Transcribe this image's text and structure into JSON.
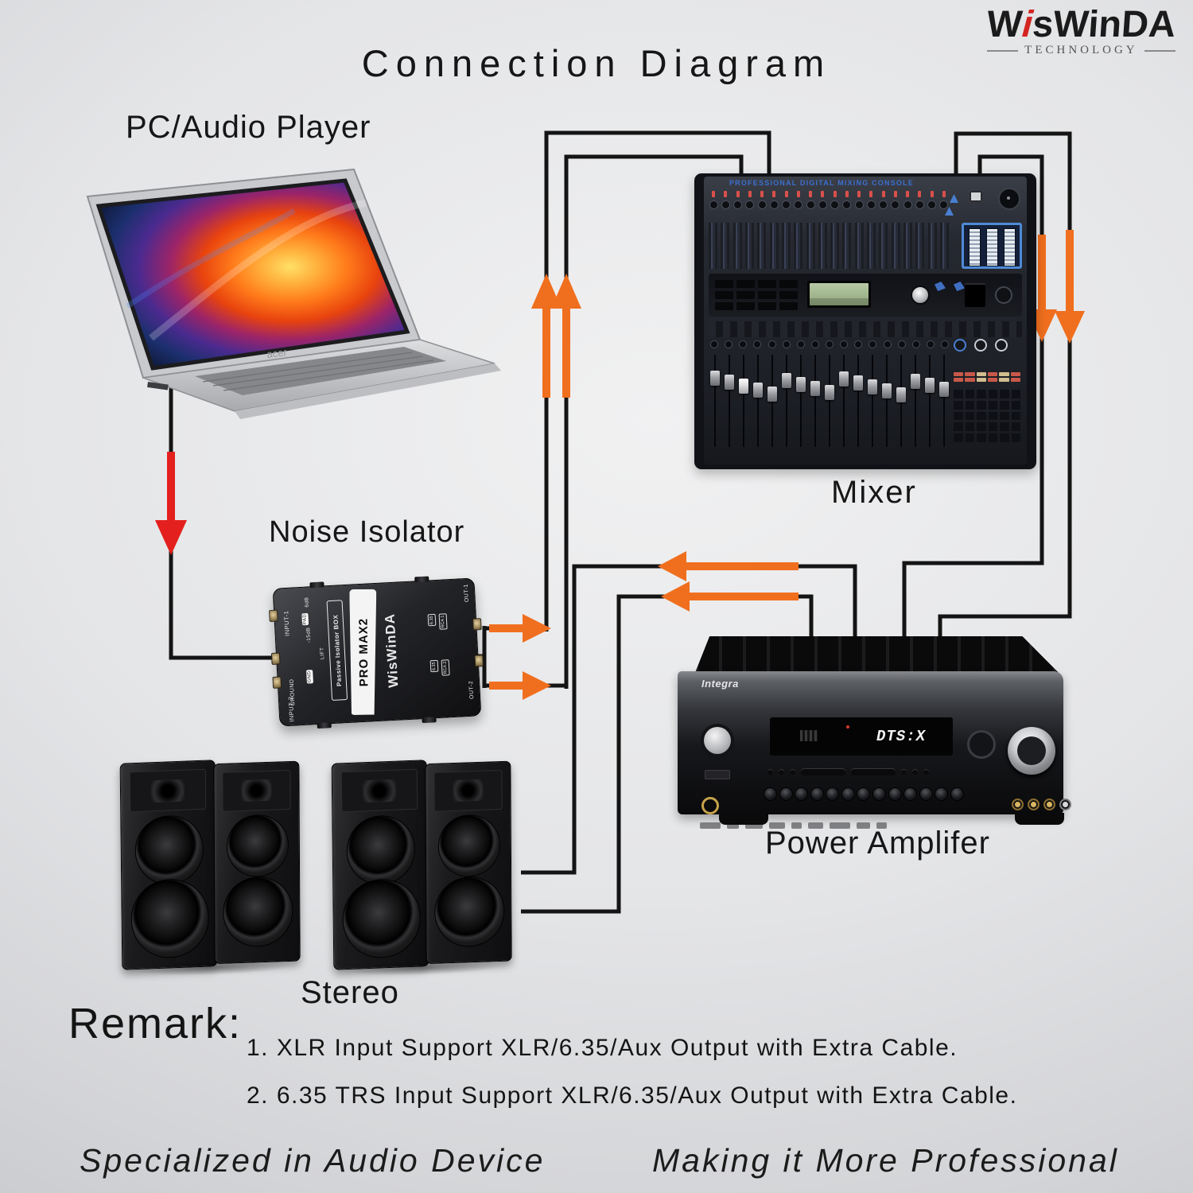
{
  "title": "Connection Diagram",
  "logo": {
    "brand_w": "W",
    "brand_i": "i",
    "brand_rest": "sWinDA",
    "subtitle": "TECHNOLOGY"
  },
  "labels": {
    "pc": "PC/Audio Player",
    "noise_isolator": "Noise Isolator",
    "mixer": "Mixer",
    "amplifier": "Power Amplifer",
    "stereo": "Stereo"
  },
  "remark": {
    "heading": "Remark:",
    "items": [
      "1. XLR Input Support XLR/6.35/Aux Output with Extra Cable.",
      "2. 6.35 TRS Input Support XLR/6.35/Aux Output with Extra Cable."
    ]
  },
  "footer": {
    "left": "Specialized in Audio Device",
    "right": "Making it More Professional"
  },
  "devices": {
    "laptop": {
      "brand": "acer"
    },
    "mixer": {
      "panel_text": "PROFESSIONAL DIGITAL MIXING CONSOLE"
    },
    "isolator": {
      "brand": "WisWinDA",
      "model": "PRO MAX2",
      "type": "Passive Isolator BOX",
      "input1": "INPUT-1",
      "input2": "INPUT-2",
      "out1": "OUT-1",
      "out2": "OUT-2",
      "pad": "PAD",
      "gain_up": "6dB",
      "gain_down": "-15dB",
      "ground": "GROUND",
      "gnd": "GND",
      "lift": "LIFT",
      "rca1": "RCA 1",
      "rca2": "RCA 2",
      "jack": "6.35"
    },
    "amplifier": {
      "brand": "Integra",
      "display": "DTS:X"
    }
  },
  "colors": {
    "arrow_orange": "#f06f1e",
    "arrow_red": "#e3201d",
    "line_black": "#141414"
  }
}
